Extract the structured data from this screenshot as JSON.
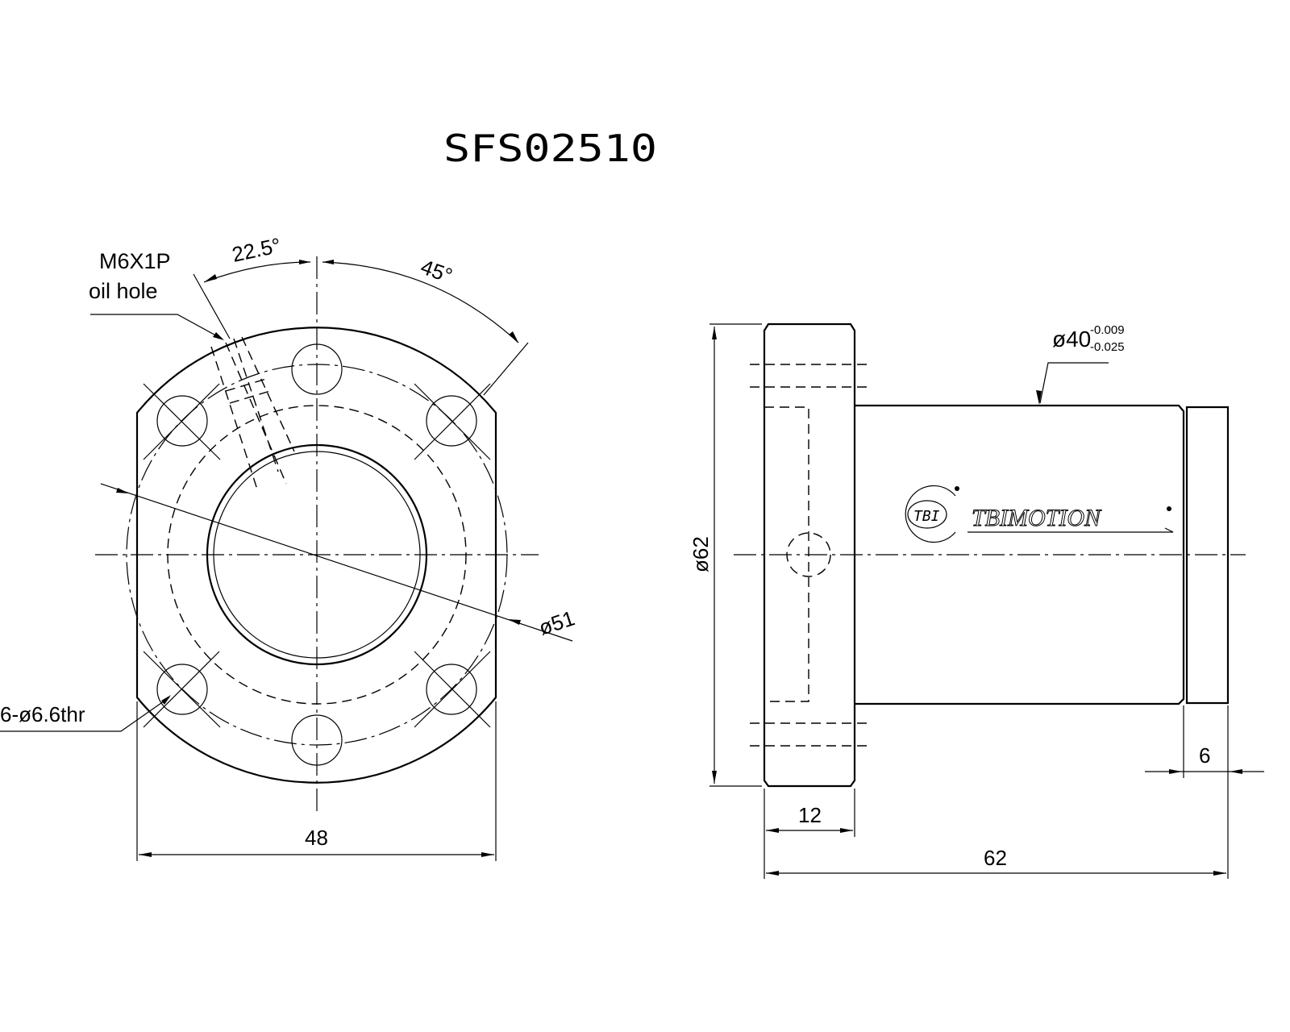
{
  "title": "SFS02510",
  "front_view": {
    "oil_hole_label_1": "M6X1P",
    "oil_hole_label_2": "oil hole",
    "angle_1": "22.5°",
    "angle_2": "45°",
    "bolt_circle": "ø51",
    "holes": "6-ø6.6thr",
    "width": "48"
  },
  "side_view": {
    "outer_diameter": "ø62",
    "body_diameter": "ø40",
    "tol_upper": "-0.009",
    "tol_lower": "-0.025",
    "flange_thickness": "12",
    "total_length": "62",
    "end_length": "6",
    "logo_mark": "TBI",
    "logo_text": "TBIMOTION"
  }
}
